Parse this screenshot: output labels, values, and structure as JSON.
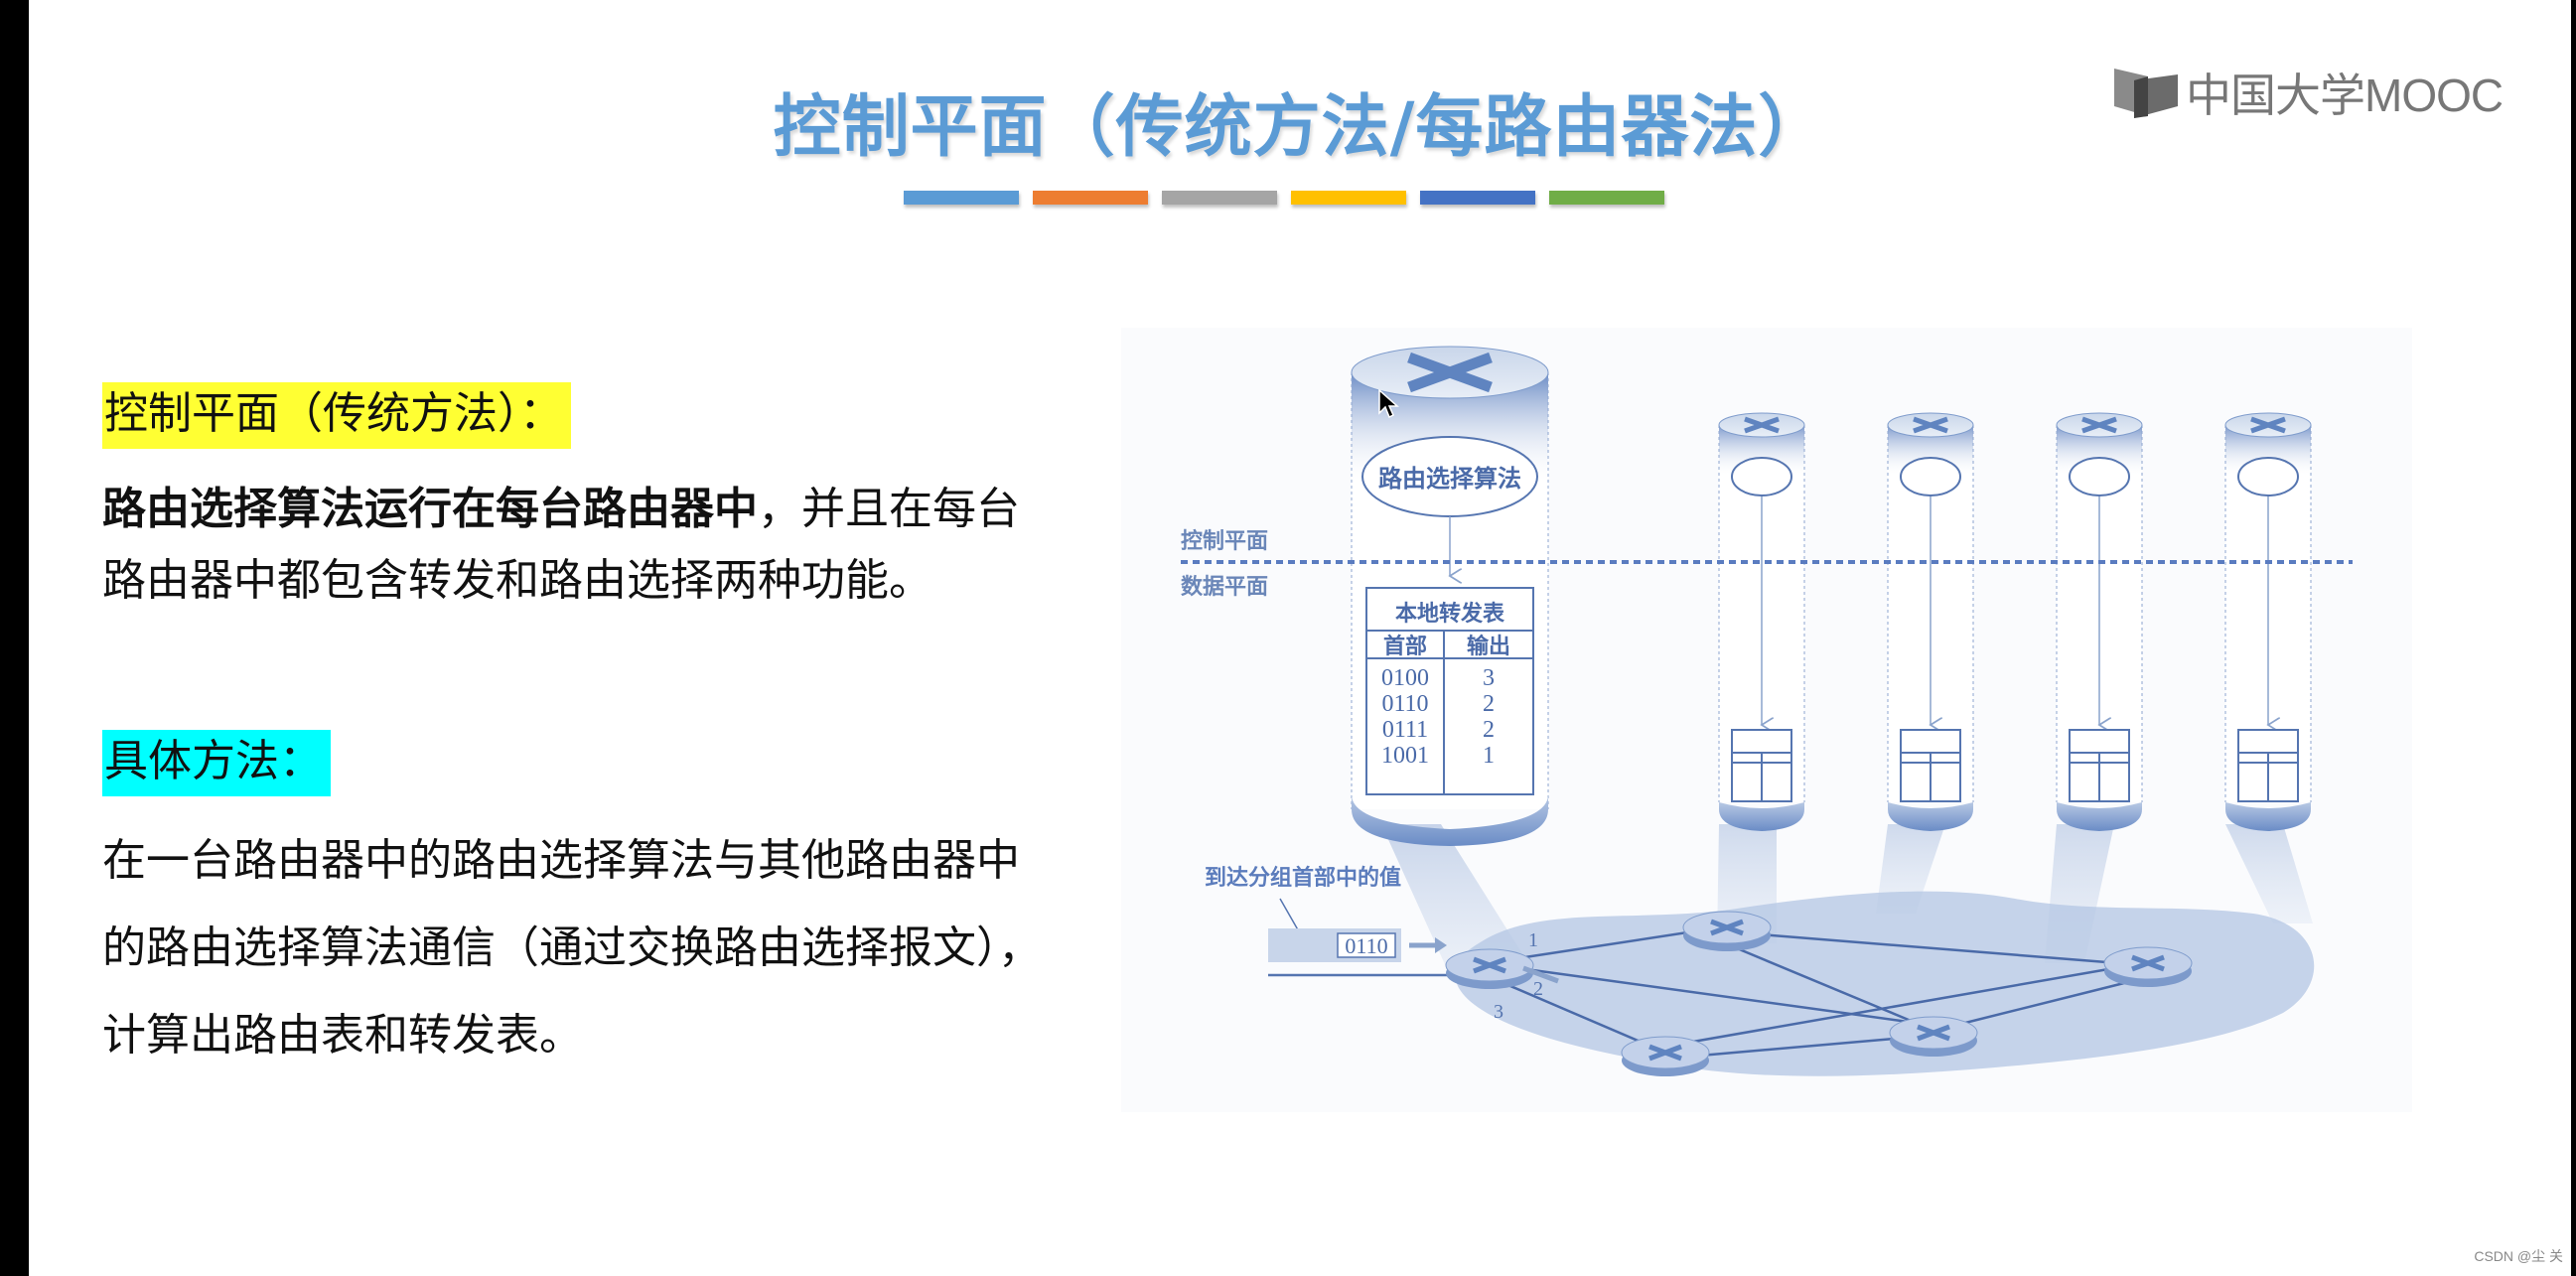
{
  "slide": {
    "title": "控制平面（传统方法/每路由器法）",
    "title_color": "#5b9bd5",
    "color_bars": [
      "#5b9bd5",
      "#ed7d31",
      "#a5a5a5",
      "#ffc000",
      "#4472c4",
      "#70ad47"
    ],
    "logo": {
      "icon": "mooc-book-icon",
      "text": "中国大学MOOC"
    }
  },
  "left": {
    "section1": {
      "heading": "控制平面（传统方法）：",
      "heading_highlight": "#ffff33",
      "body_bold": "路由选择算法运行在每台路由器中",
      "body_line1_rest": "，并且在每台",
      "body_line2": "路由器中都包含转发和路由选择两种功能。"
    },
    "section2": {
      "heading": "具体方法：",
      "heading_highlight": "#00ffff",
      "lines": [
        "在一台路由器中的路由选择算法与其他路由器中",
        "的路由选择算法通信（通过交换路由选择报文），",
        "计算出路由表和转发表。"
      ]
    }
  },
  "diagram": {
    "control_plane_label": "控制平面",
    "data_plane_label": "数据平面",
    "algorithm_label": "路由选择算法",
    "forwarding_table": {
      "title": "本地转发表",
      "headers": [
        "首部",
        "输出"
      ],
      "rows": [
        [
          "0100",
          "3"
        ],
        [
          "0110",
          "2"
        ],
        [
          "0111",
          "2"
        ],
        [
          "1001",
          "1"
        ]
      ]
    },
    "packet_label": "到达分组首部中的值",
    "packet_value": "0110",
    "port_labels": [
      "1",
      "2",
      "3"
    ],
    "other_router_count": 4,
    "accent_color": "#4a6fa8"
  },
  "watermark": "CSDN @尘 关"
}
